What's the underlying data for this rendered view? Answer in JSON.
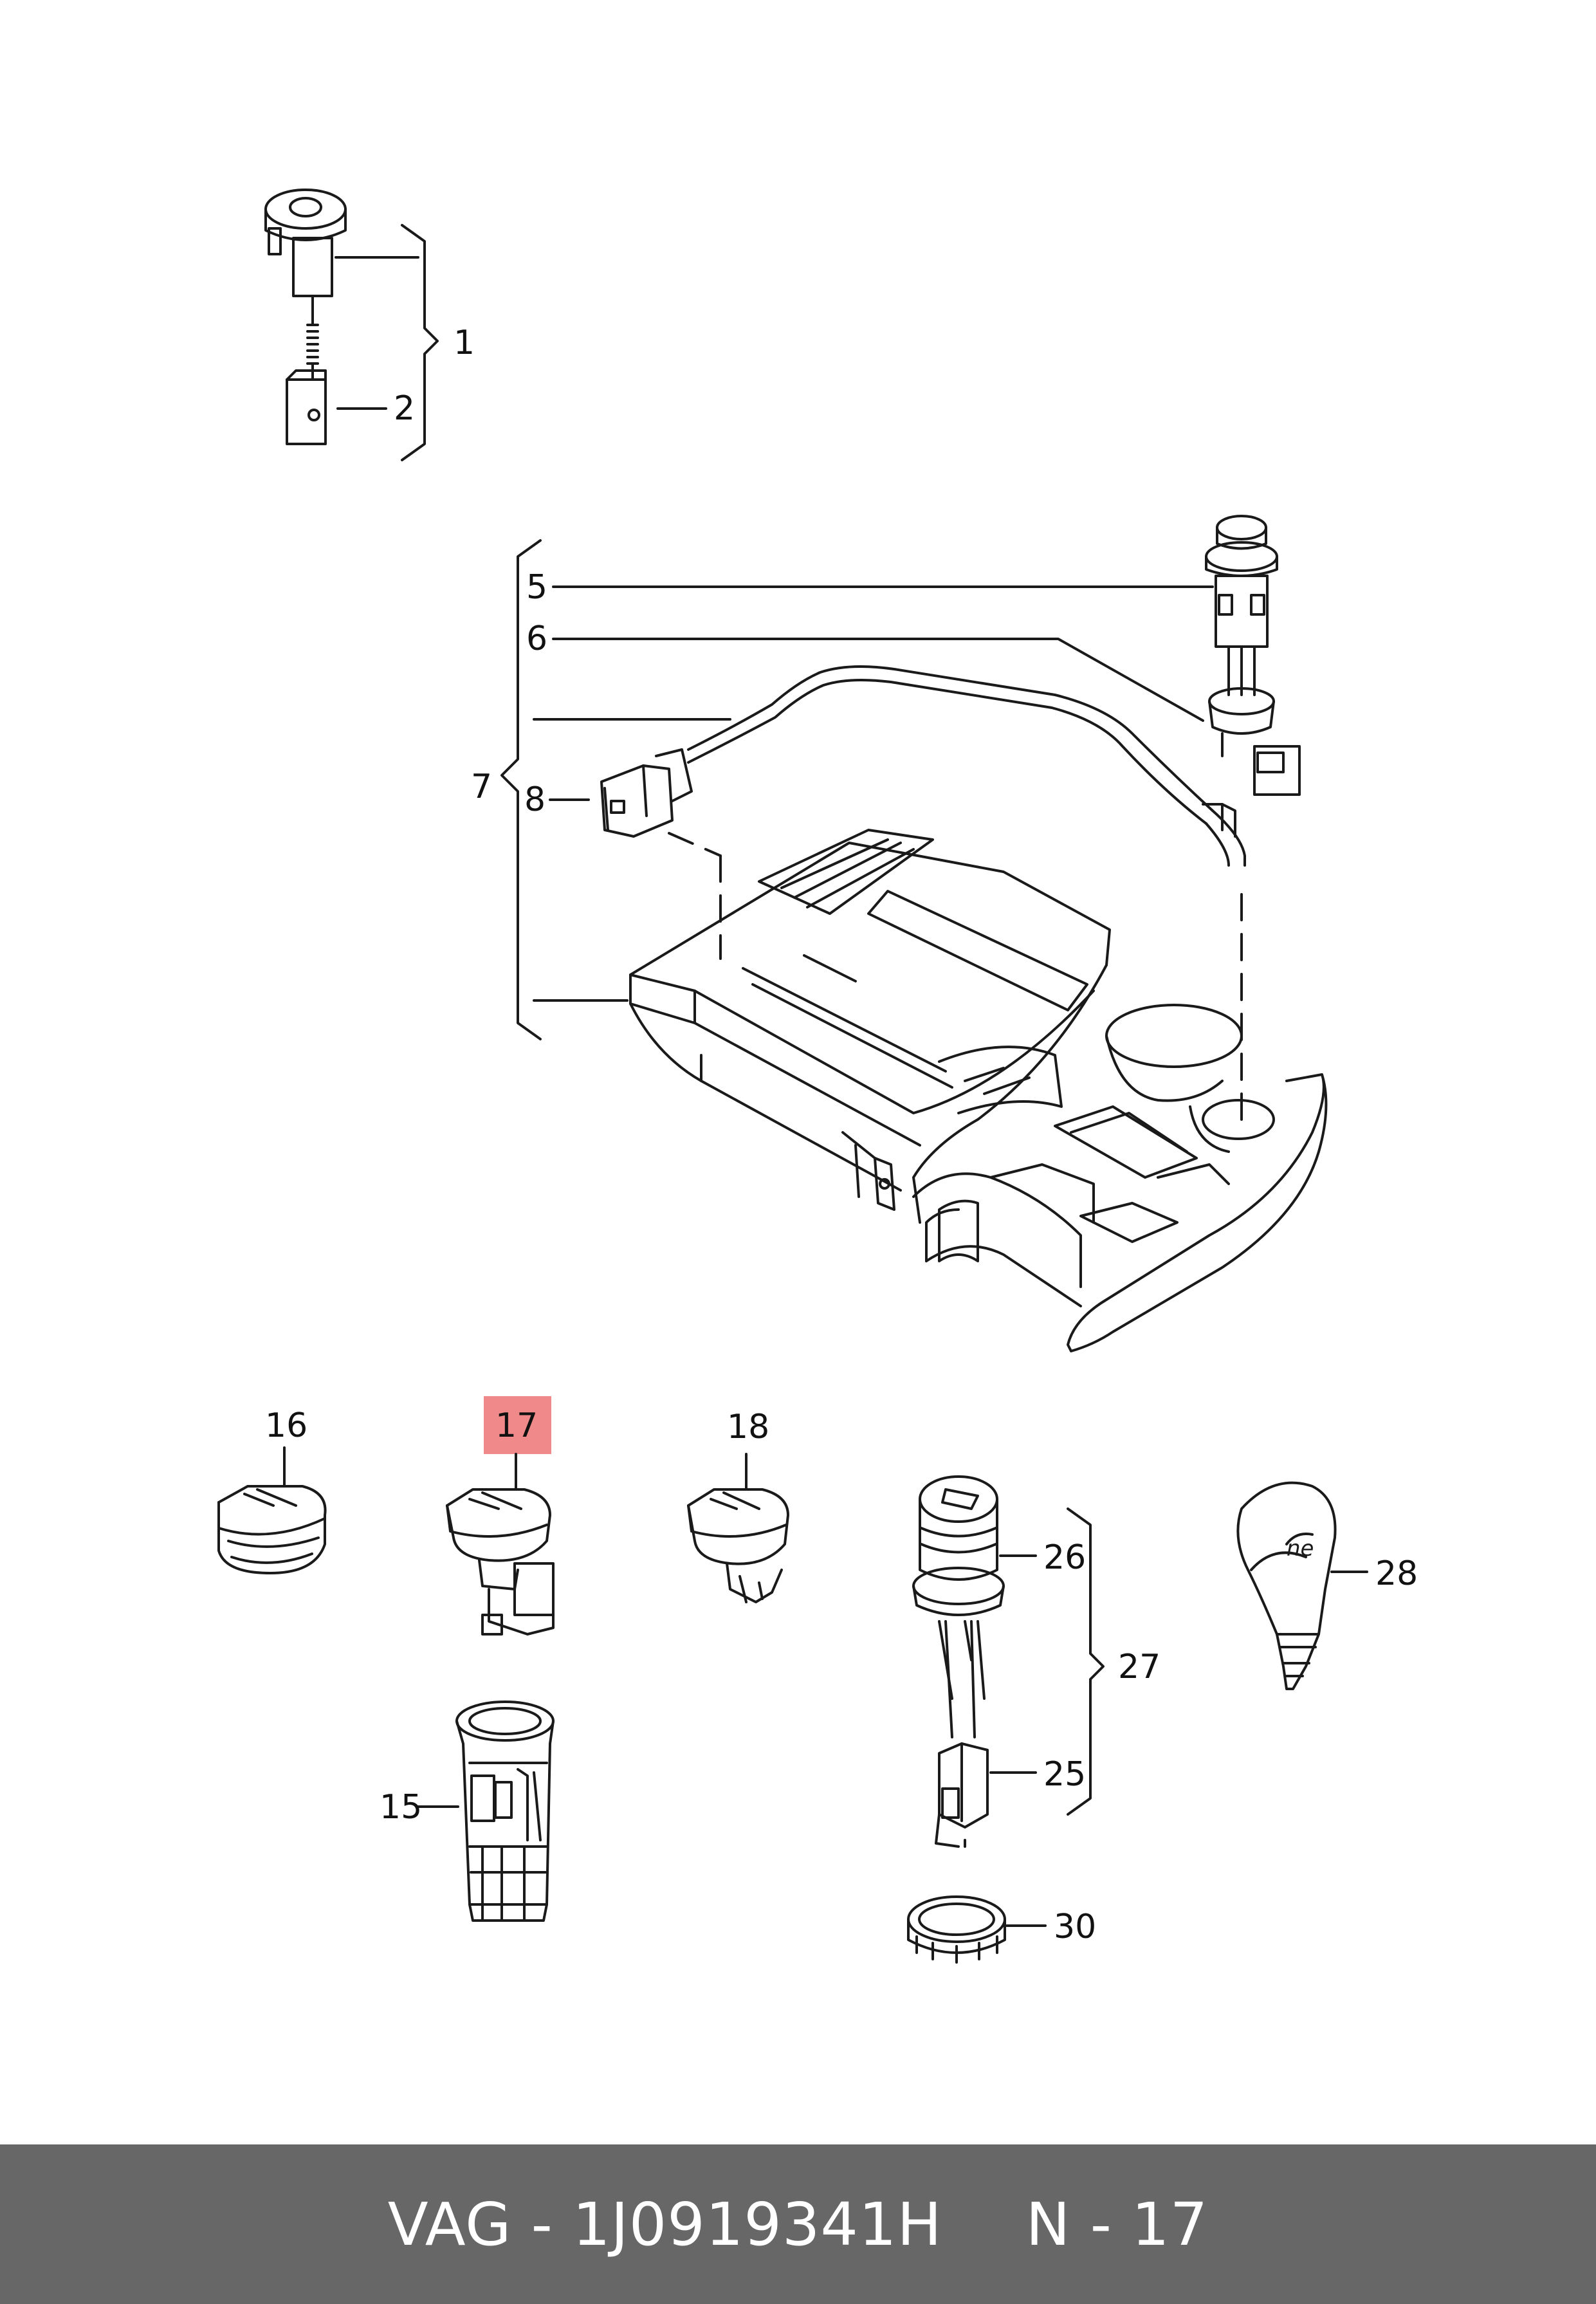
{
  "diagram": {
    "labels": {
      "l1": "1",
      "l2": "2",
      "l5": "5",
      "l6": "6",
      "l7": "7",
      "l8": "8",
      "l15": "15",
      "l16": "16",
      "l17": "17",
      "l18": "18",
      "l25": "25",
      "l26": "26",
      "l27": "27",
      "l28": "28",
      "l30": "30"
    },
    "highlight_color": "#f08a8a",
    "highlighted_label": "17"
  },
  "footer": {
    "part": "VAG - 1J0919341H",
    "page": "N - 17"
  }
}
